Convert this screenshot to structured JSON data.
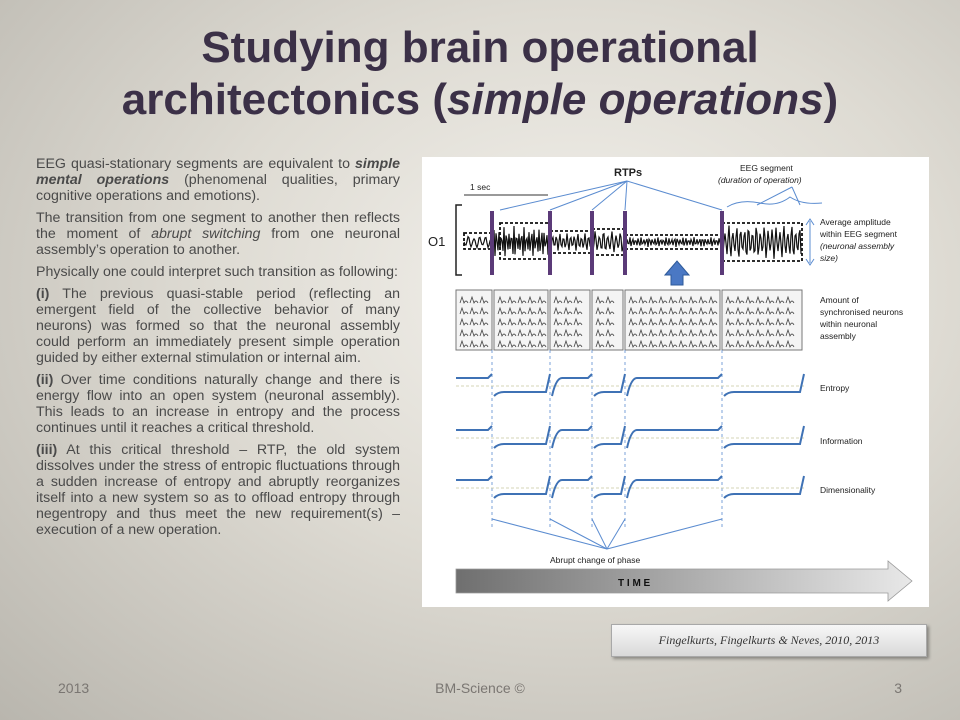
{
  "title": {
    "line1": "Studying brain operational",
    "line2_pre": "architectonics (",
    "line2_italic": "simple operations",
    "line2_post": ")"
  },
  "body": {
    "p1_pre": "EEG quasi-stationary segments are equivalent to ",
    "p1_em": "simple mental  operations",
    "p1_post": " (phenomenal qualities, primary cognitive operations and emotions).",
    "p2_pre": "The transition from one segment to another then reflects the moment of ",
    "p2_em": "abrupt switching",
    "p2_post": " from one neuronal assembly’s operation to another.",
    "p3": "Physically one could interpret such transition as following:",
    "p4_mark": "(i)",
    "p4": " The previous quasi-stable period (reflecting an emergent field of the collective behavior of many neurons) was formed so that the neuronal assembly could perform an immediately present simple operation guided by either external stimulation or internal aim.",
    "p5_mark": "(ii)",
    "p5": " Over time conditions naturally change and there is energy flow into an open system (neuronal assembly). This leads to an increase in entropy and the process continues until it reaches a critical threshold.",
    "p6_mark": "(iii)",
    "p6": " At this critical threshold – RTP, the old system dissolves under the stress of entropic fluctuations through a sudden increase of entropy and abruptly reorganizes itself into a new system so as to offload entropy through negentropy and thus meet the new requirement(s) – execution of a new operation."
  },
  "figure": {
    "rtps": "RTPs",
    "eeg_segment": "EEG segment",
    "duration": "(duration of operation)",
    "one_sec": "1 sec",
    "o1": "O1",
    "avg1": "Average amplitude",
    "avg2": "within EEG segment",
    "avg3": "(neuronal assembly",
    "avg4": "size)",
    "amt1": "Amount of",
    "amt2": "synchronised neurons",
    "amt3": "within neuronal",
    "amt4": "assembly",
    "entropy": "Entropy",
    "information": "Information",
    "dimensionality": "Dimensionality",
    "abrupt": "Abrupt change of phase",
    "time": "T   I   M   E"
  },
  "citation": "Fingelkurts, Fingelkurts & Neves, 2010, 2013",
  "footer": {
    "year": "2013",
    "center": "BM-Science ©",
    "page": "3"
  },
  "colors": {
    "title": "#3b3047",
    "rtp_bar": "#5b3a78",
    "line_blue": "#3f72b5",
    "arrow_blue": "#4a78c4"
  }
}
